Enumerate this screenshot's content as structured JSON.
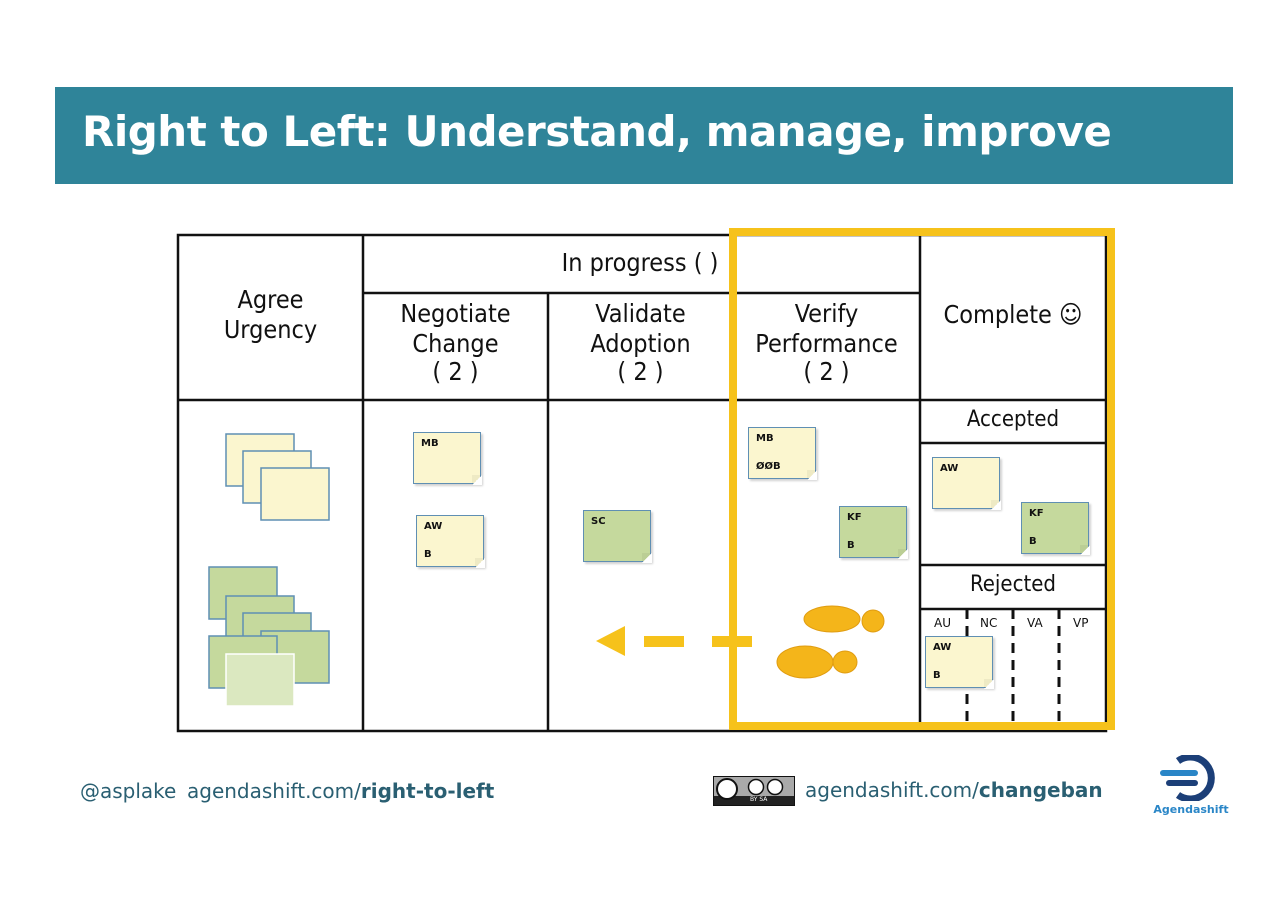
{
  "header": {
    "title": "Right to Left: Understand, manage, improve"
  },
  "board": {
    "in_progress_label": "In progress (      )",
    "columns": {
      "agree_urgency": [
        "Agree",
        "Urgency"
      ],
      "negotiate_change": [
        "Negotiate",
        "Change",
        "( 2 )"
      ],
      "validate_adoption": [
        "Validate",
        "Adoption",
        "( 2 )"
      ],
      "verify_performance": [
        "Verify",
        "Performance",
        "( 2 )"
      ],
      "complete": "Complete ☺"
    },
    "accepted_label": "Accepted",
    "rejected_label": "Rejected",
    "rejected_subcols": [
      "AU",
      "NC",
      "VA",
      "VP"
    ],
    "cards": {
      "negotiate_1": [
        "MB",
        ""
      ],
      "negotiate_2": [
        "AW",
        "B"
      ],
      "validate_1": [
        "SC",
        ""
      ],
      "verify_1": [
        "MB",
        "ØØB"
      ],
      "verify_2": [
        "KF",
        "B"
      ],
      "accepted_1": [
        "AW",
        ""
      ],
      "accepted_2": [
        "KF",
        "B"
      ],
      "rejected_1": [
        "AW",
        "B"
      ]
    }
  },
  "footer": {
    "handle": "@asplake",
    "link1_prefix": "agendashift.com/",
    "link1_bold": "right-to-left",
    "link2_prefix": "agendashift.com/",
    "link2_bold": "changeban",
    "license_text": "BY   SA",
    "logo_text": "Agendashift"
  },
  "colors": {
    "title_bar": "#2f8499",
    "highlight": "#f6c21b",
    "card_yellow": "#fbf6cf",
    "card_green": "#c5d99d",
    "footer_text": "#2a5f72"
  }
}
